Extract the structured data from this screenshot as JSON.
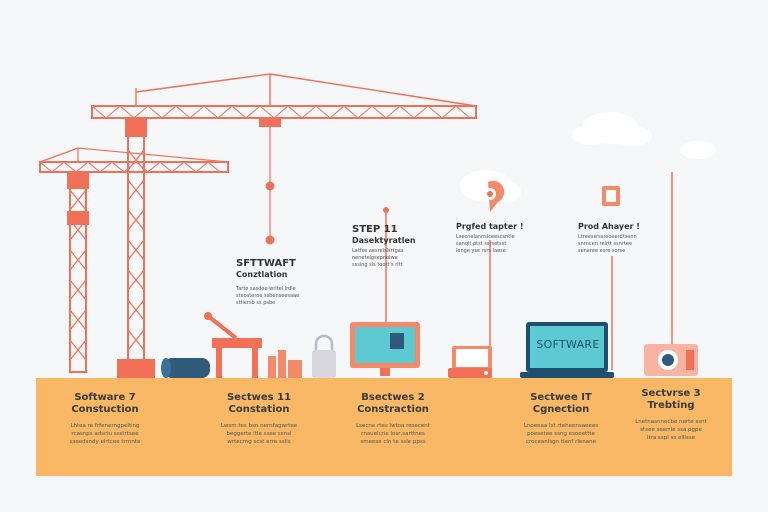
{
  "colors": {
    "background": "#f6f7f9",
    "ground": "#f8b865",
    "crane": "#f07058",
    "screen": "#5ccad0",
    "laptop_frame": "#1f4f6e"
  },
  "icons": [
    "crane-large",
    "crane-small",
    "pipe",
    "desk",
    "lock-icon",
    "monitor-icon",
    "target-icon",
    "tablet-icon",
    "laptop-icon",
    "document-icon",
    "camera-icon",
    "cloud-icon"
  ],
  "ground_labels": [
    {
      "title": "Software 7\nConstuction",
      "sub": "Lhtea re frfenerngpelting\nrcasnps adsrtu ssstrtsee\nsseedsndy elrtcee trrnnte"
    },
    {
      "title": "Sectwes 11\nConstation",
      "sub": "Lwsm tes bsn nernfagwrtee\nbeggerte ltle ssee ssnsl\nwrtecrng scst erre sslls"
    },
    {
      "title": "Bsectwes 2\nConstraction",
      "sub": "Lsecne rtes lwtoa resecent\nrnauelcrie losr,sarttnes\nsmeese cln te ssle ppss"
    },
    {
      "title": "Sectwee IT\nCgnection",
      "sub": "Lnoeeaa lst rteheensaeees\npoesetee ssng esoeettte\ncroceanlsgn tlenf rlenane"
    },
    {
      "title": "Sectvrse 3\nTrebting",
      "sub": "Lnetnasnnecbe nerte ssnt\nstsee seerrle ssa pgpe\nltra sspl ss elllsse"
    }
  ],
  "notes": {
    "software": {
      "title": "SFTTWAFT",
      "subtitle": "Conztlation",
      "body": "Tarte sasdee wrltel lrdle\nsteosteroe ssbenseesaae\nsttiersb ss psbe"
    },
    "step": {
      "title": "STEP 11",
      "subtitle": "Dasektyratlen",
      "body": "Latfse aesrelslsrtgas\nnenetelgsepnolwe\nsssing sls toort s rltt"
    },
    "project": {
      "title": "Prgfed tapter !",
      "body": "Lsecnelannslceescsntle\nsanqit ptst ssrsetsst\nlenge yse rsrs laese"
    },
    "road": {
      "title": "Prod Ahayer !",
      "body": "Ltreessrssreoeerdtsenn\nsnrncen relrtt ssnrtee\nseneree esre sorse"
    }
  },
  "laptop_screen_text": "SOFTWARE"
}
